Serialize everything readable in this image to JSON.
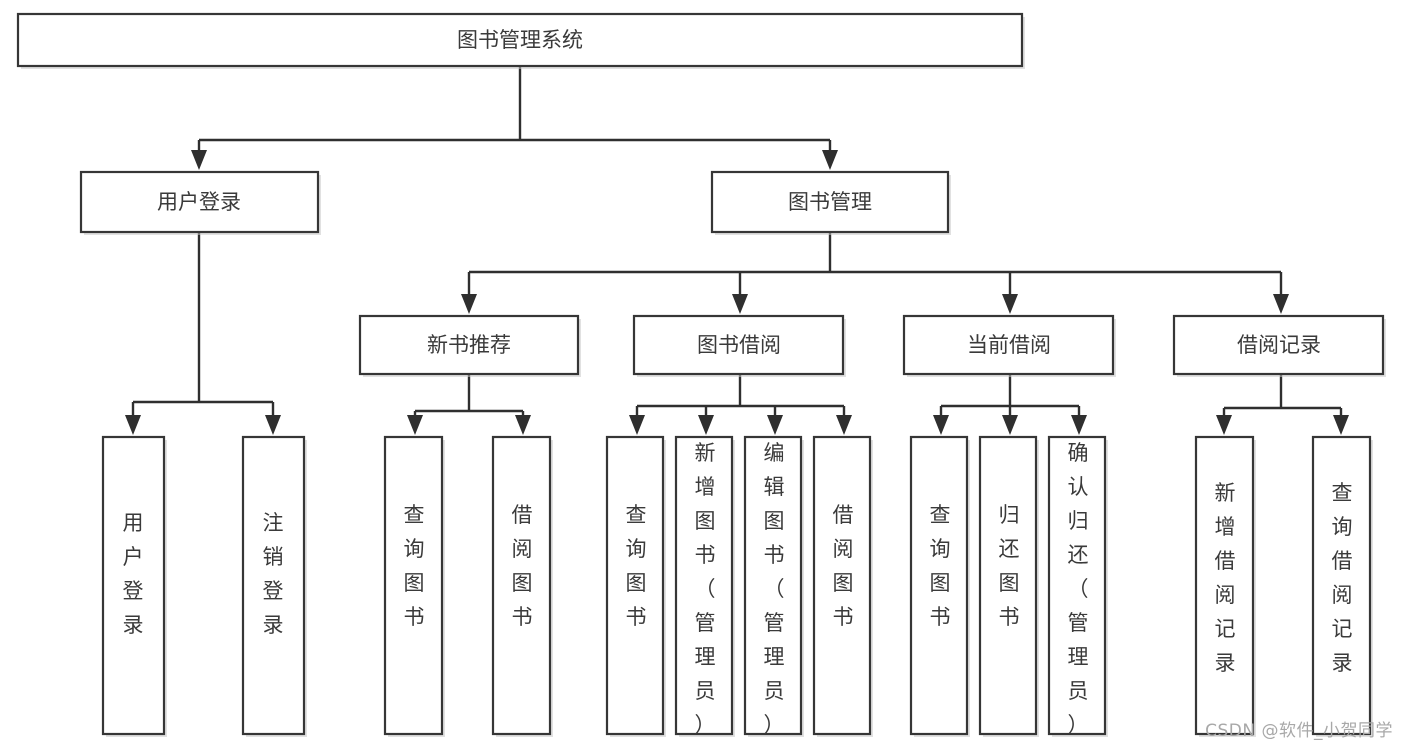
{
  "diagram": {
    "type": "tree",
    "title": "图书管理系统",
    "orientation": "top-down",
    "edge_style": "orthogonal-with-arrowheads",
    "colors": {
      "box_fill": "#ffffff",
      "box_stroke": "#363636",
      "connector": "#2f2f2f",
      "text": "#3a3a3a",
      "background": "#ffffff",
      "watermark": "#a8a8a8"
    },
    "root": {
      "label": "图书管理系统"
    },
    "level2": [
      {
        "label": "用户登录"
      },
      {
        "label": "图书管理"
      }
    ],
    "level3": [
      {
        "label": "新书推荐"
      },
      {
        "label": "图书借阅"
      },
      {
        "label": "当前借阅"
      },
      {
        "label": "借阅记录"
      }
    ],
    "leaves": {
      "user_login": [
        "用户登录",
        "注销登录"
      ],
      "new_book_recommend": [
        "查询图书",
        "借阅图书"
      ],
      "book_borrow": [
        "查询图书",
        "新增图书（管理员）",
        "编辑图书（管理员）",
        "借阅图书"
      ],
      "current_borrow": [
        "查询图书",
        "归还图书",
        "确认归还（管理员）"
      ],
      "borrow_record": [
        "新增借阅记录",
        "查询借阅记录"
      ]
    }
  },
  "watermark": {
    "text": "CSDN @软件_小贺同学"
  }
}
